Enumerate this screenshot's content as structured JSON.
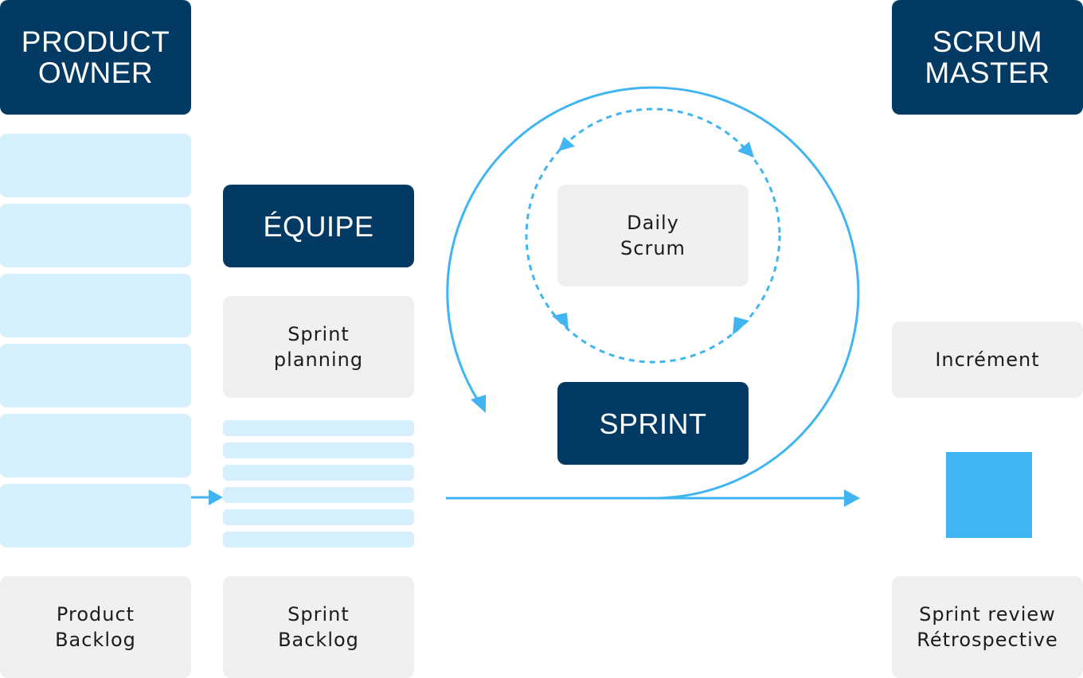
{
  "roles": {
    "product_owner": "PRODUCT\nOWNER",
    "scrum_master": "SCRUM\nMASTER",
    "team": "ÉQUIPE",
    "sprint": "SPRINT"
  },
  "events": {
    "daily_scrum": "Daily\nScrum",
    "sprint_planning": "Sprint\nplanning",
    "increment": "Incrément"
  },
  "artifacts": {
    "product_backlog": "Product\nBacklog",
    "sprint_backlog": "Sprint\nBacklog",
    "review_retro": "Sprint review\nRétrospective"
  },
  "colors": {
    "navy": "#023a63",
    "light_blue": "#d5effc",
    "accent_blue": "#41b5f1",
    "gray": "#f0f0f0"
  }
}
